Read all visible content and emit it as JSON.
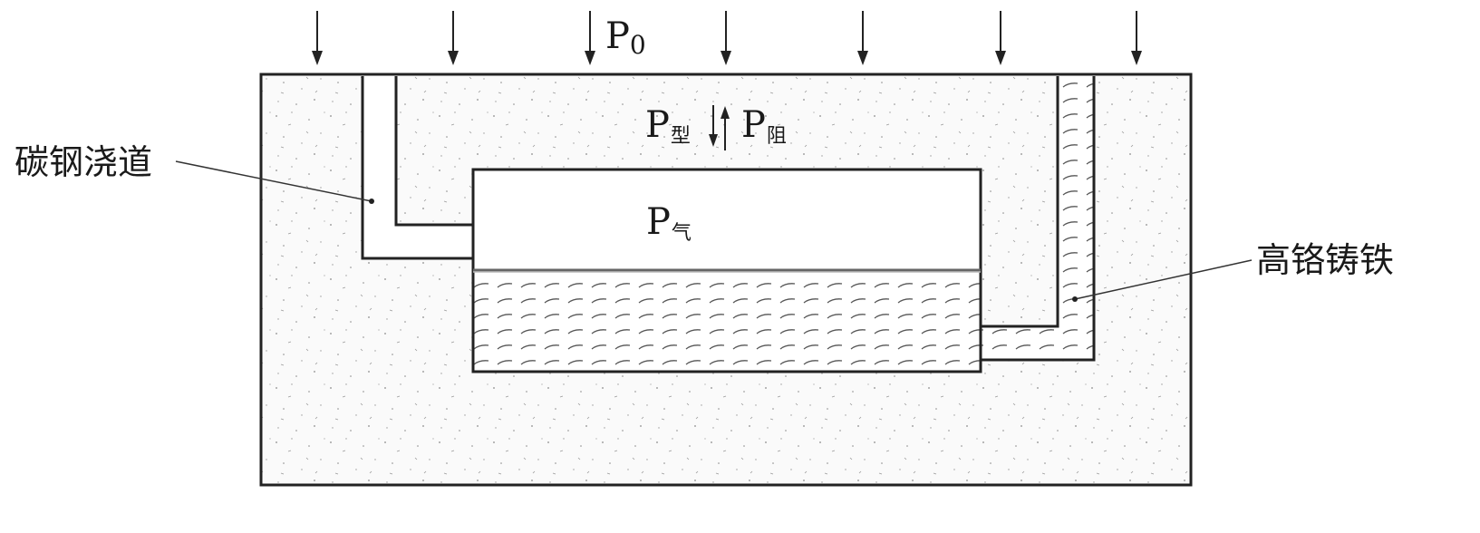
{
  "labels": {
    "carbon_steel_runner": "碳钢浇道",
    "high_chrome_iron": "高铬铸铁"
  },
  "pressures": {
    "p0": {
      "symbol": "P",
      "sub": "0"
    },
    "p_mold": {
      "symbol": "P",
      "sub": "型"
    },
    "p_resist": {
      "symbol": "P",
      "sub": "阻"
    },
    "p_gas": {
      "symbol": "P",
      "sub": "气"
    }
  }
}
